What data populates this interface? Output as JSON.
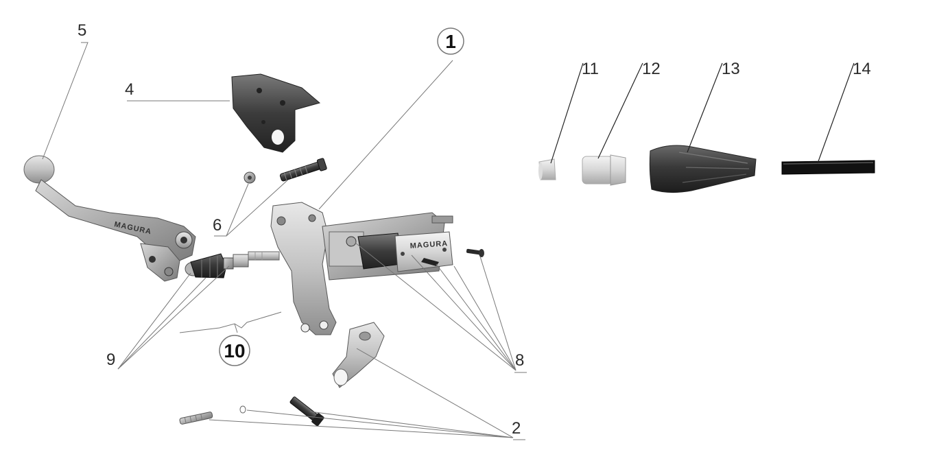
{
  "labels": {
    "l1": "1",
    "l2": "2",
    "l4": "4",
    "l5": "5",
    "l6": "6",
    "l8": "8",
    "l9": "9",
    "l10": "10",
    "l11": "11",
    "l12": "12",
    "l13": "13",
    "l14": "14"
  },
  "brand_text": {
    "lever": "MAGURA",
    "reservoir_cover": "MAGURA"
  },
  "colors": {
    "part_light": "#cfcfcf",
    "part_mid": "#a9a9a9",
    "part_dark": "#4a4a4a",
    "part_black": "#1a1a1a",
    "leader": "#777777"
  }
}
